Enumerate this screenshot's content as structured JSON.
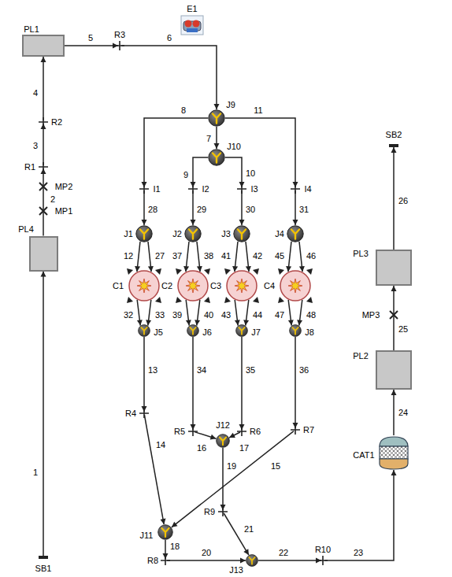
{
  "diagram": {
    "nodes": [
      {
        "text": [
          "E1"
        ]
      },
      {
        "text": [
          "PL1"
        ]
      },
      {
        "text": [
          "SB2"
        ]
      },
      {
        "text": [
          "R3"
        ]
      },
      {
        "text": [
          "J9"
        ]
      },
      {
        "text": [
          "J10"
        ]
      },
      {
        "text": [
          "PL3"
        ]
      },
      {
        "text": [
          "R2"
        ]
      },
      {
        "text": [
          "R1"
        ]
      },
      {
        "text": [
          "I1"
        ]
      },
      {
        "text": [
          "I2"
        ]
      },
      {
        "text": [
          "I3"
        ]
      },
      {
        "text": [
          "I4"
        ]
      },
      {
        "text": [
          "J1"
        ]
      },
      {
        "text": [
          "J2"
        ]
      },
      {
        "text": [
          "J3"
        ]
      },
      {
        "text": [
          "J4"
        ]
      },
      {
        "text": [
          "C1"
        ]
      },
      {
        "text": [
          "C2"
        ]
      },
      {
        "text": [
          "C3"
        ]
      },
      {
        "text": [
          "C4"
        ]
      },
      {
        "text": [
          "PL4"
        ]
      },
      {
        "text": [
          "J5"
        ]
      },
      {
        "text": [
          "J6"
        ]
      },
      {
        "text": [
          "J7"
        ]
      },
      {
        "text": [
          "J8"
        ]
      },
      {
        "text": [
          "PL2"
        ]
      },
      {
        "text": [
          "CAT1"
        ]
      },
      {
        "text": [
          "R4"
        ]
      },
      {
        "text": [
          "R5"
        ]
      },
      {
        "text": [
          "R6"
        ]
      },
      {
        "text": [
          "R7"
        ]
      },
      {
        "text": [
          "J12"
        ]
      },
      {
        "text": [
          "J11"
        ]
      },
      {
        "text": [
          "R9"
        ]
      },
      {
        "text": [
          "R8"
        ]
      },
      {
        "text": [
          "J13"
        ]
      },
      {
        "text": [
          "R10"
        ]
      },
      {
        "text": [
          "SB1"
        ]
      }
    ],
    "edges": [
      {
        "from": 38,
        "to": 21,
        "arrow": "to",
        "label": "1"
      },
      {
        "from": 21,
        "to": 8,
        "arrow": "to",
        "label": "2"
      },
      {
        "from": 8,
        "to": 7,
        "arrow": "to",
        "label": "3"
      },
      {
        "from": 7,
        "to": 1,
        "arrow": "to",
        "label": "4"
      },
      {
        "from": 1,
        "to": 3,
        "arrow": "to",
        "label": "5"
      },
      {
        "from": 3,
        "to": 4,
        "arrow": "to",
        "label": "6"
      },
      {
        "from": 4,
        "to": 5,
        "arrow": "to",
        "label": "7"
      },
      {
        "from": 4,
        "to": 9,
        "arrow": "to",
        "label": "8"
      },
      {
        "from": 5,
        "to": 10,
        "arrow": "to",
        "label": "9"
      },
      {
        "from": 5,
        "to": 11,
        "arrow": "to",
        "label": "10"
      },
      {
        "from": 4,
        "to": 12,
        "arrow": "to",
        "label": "11"
      },
      {
        "from": 9,
        "to": 13,
        "arrow": "to",
        "label": "28"
      },
      {
        "from": 10,
        "to": 14,
        "arrow": "to",
        "label": "29"
      },
      {
        "from": 11,
        "to": 15,
        "arrow": "to",
        "label": "30"
      },
      {
        "from": 12,
        "to": 16,
        "arrow": "to",
        "label": "31"
      },
      {
        "from": 13,
        "to": 17,
        "arrow": "to",
        "label": "12"
      },
      {
        "from": 13,
        "to": 17,
        "arrow": "to",
        "label": "27"
      },
      {
        "from": 14,
        "to": 18,
        "arrow": "to",
        "label": "37"
      },
      {
        "from": 14,
        "to": 18,
        "arrow": "to",
        "label": "38"
      },
      {
        "from": 15,
        "to": 19,
        "arrow": "to",
        "label": "41"
      },
      {
        "from": 15,
        "to": 19,
        "arrow": "to",
        "label": "42"
      },
      {
        "from": 16,
        "to": 20,
        "arrow": "to",
        "label": "45"
      },
      {
        "from": 16,
        "to": 20,
        "arrow": "to",
        "label": "46"
      },
      {
        "from": 17,
        "to": 22,
        "arrow": "to",
        "label": "32"
      },
      {
        "from": 17,
        "to": 22,
        "arrow": "to",
        "label": "33"
      },
      {
        "from": 18,
        "to": 23,
        "arrow": "to",
        "label": "39"
      },
      {
        "from": 18,
        "to": 23,
        "arrow": "to",
        "label": "40"
      },
      {
        "from": 19,
        "to": 24,
        "arrow": "to",
        "label": "43"
      },
      {
        "from": 19,
        "to": 24,
        "arrow": "to",
        "label": "44"
      },
      {
        "from": 20,
        "to": 25,
        "arrow": "to",
        "label": "47"
      },
      {
        "from": 20,
        "to": 25,
        "arrow": "to",
        "label": "48"
      },
      {
        "from": 22,
        "to": 28,
        "arrow": "to",
        "label": "13"
      },
      {
        "from": 23,
        "to": 29,
        "arrow": "to",
        "label": "34"
      },
      {
        "from": 24,
        "to": 30,
        "arrow": "to",
        "label": "35"
      },
      {
        "from": 25,
        "to": 31,
        "arrow": "to",
        "label": "36"
      },
      {
        "from": 28,
        "to": 33,
        "arrow": "to",
        "label": "14"
      },
      {
        "from": 29,
        "to": 32,
        "arrow": "to",
        "label": "16"
      },
      {
        "from": 30,
        "to": 32,
        "arrow": "to",
        "label": "17"
      },
      {
        "from": 31,
        "to": 33,
        "arrow": "to",
        "label": "15"
      },
      {
        "from": 32,
        "to": 34,
        "arrow": "to",
        "label": "19"
      },
      {
        "from": 33,
        "to": 35,
        "arrow": "to",
        "label": "18"
      },
      {
        "from": 35,
        "to": 36,
        "arrow": "to",
        "label": "20"
      },
      {
        "from": 34,
        "to": 36,
        "arrow": "to",
        "label": "21"
      },
      {
        "from": 36,
        "to": 37,
        "arrow": "to",
        "label": "22"
      },
      {
        "from": 37,
        "to": 27,
        "arrow": "to",
        "label": "23"
      },
      {
        "from": 27,
        "to": 26,
        "arrow": "to",
        "label": "24"
      },
      {
        "from": 26,
        "to": 6,
        "arrow": "to",
        "label": "25"
      },
      {
        "from": 6,
        "to": 2,
        "arrow": "to",
        "label": "26"
      }
    ],
    "labels": [
      "MP1",
      "MP2",
      "MP3"
    ]
  }
}
